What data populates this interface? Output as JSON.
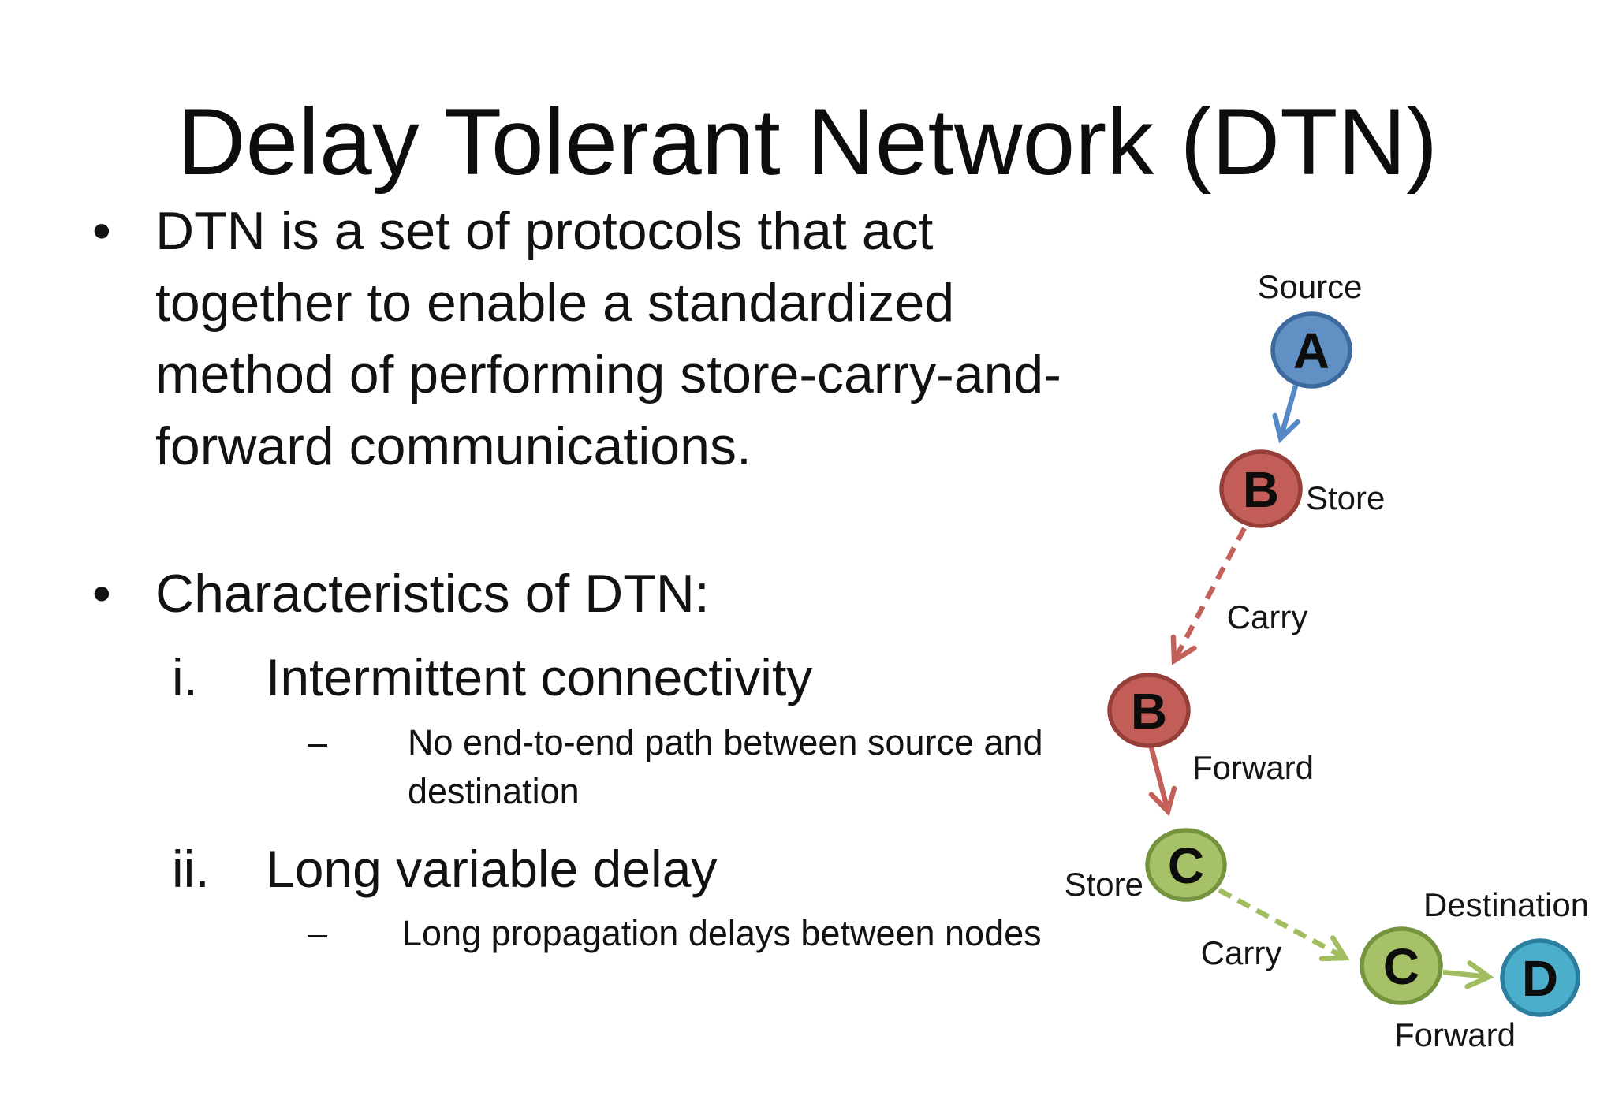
{
  "slide": {
    "title": "Delay Tolerant Network (DTN)",
    "bullet1": {
      "marker": "•",
      "line1": "DTN is a set of protocols that act",
      "line2": "together to enable a standardized",
      "line3": "method of performing store-carry-and-",
      "line4": "forward communications."
    },
    "bullet2": {
      "marker": "•",
      "text": "Characteristics of DTN:"
    },
    "item_i": {
      "marker": "i.",
      "text": "Intermittent connectivity"
    },
    "sub_i": {
      "marker": "–",
      "line1": "No end-to-end path between source and",
      "line2": "destination"
    },
    "item_ii": {
      "marker": "ii.",
      "text": "Long variable delay"
    },
    "sub_ii": {
      "marker": "–",
      "text": "Long propagation delays between nodes"
    }
  },
  "diagram": {
    "nodes": {
      "a": {
        "letter": "A",
        "fill": "#6190c4",
        "stroke": "#3d6a9e"
      },
      "b1": {
        "letter": "B",
        "fill": "#c25d57",
        "stroke": "#963f3a"
      },
      "b2": {
        "letter": "B",
        "fill": "#c25d57",
        "stroke": "#963f3a"
      },
      "c1": {
        "letter": "C",
        "fill": "#a7c169",
        "stroke": "#74943e"
      },
      "c2": {
        "letter": "C",
        "fill": "#a7c169",
        "stroke": "#74943e"
      },
      "d": {
        "letter": "D",
        "fill": "#4bafcc",
        "stroke": "#2b7f9e"
      }
    },
    "labels": {
      "source": "Source",
      "store_top": "Store",
      "carry_top": "Carry",
      "forward_top": "Forward",
      "store_bottom": "Store",
      "carry_bottom": "Carry",
      "destination": "Destination",
      "forward_bottom": "Forward"
    },
    "arrow_colors": {
      "blue": "#5588c6",
      "red": "#c4605a",
      "green": "#a2bd60"
    }
  }
}
